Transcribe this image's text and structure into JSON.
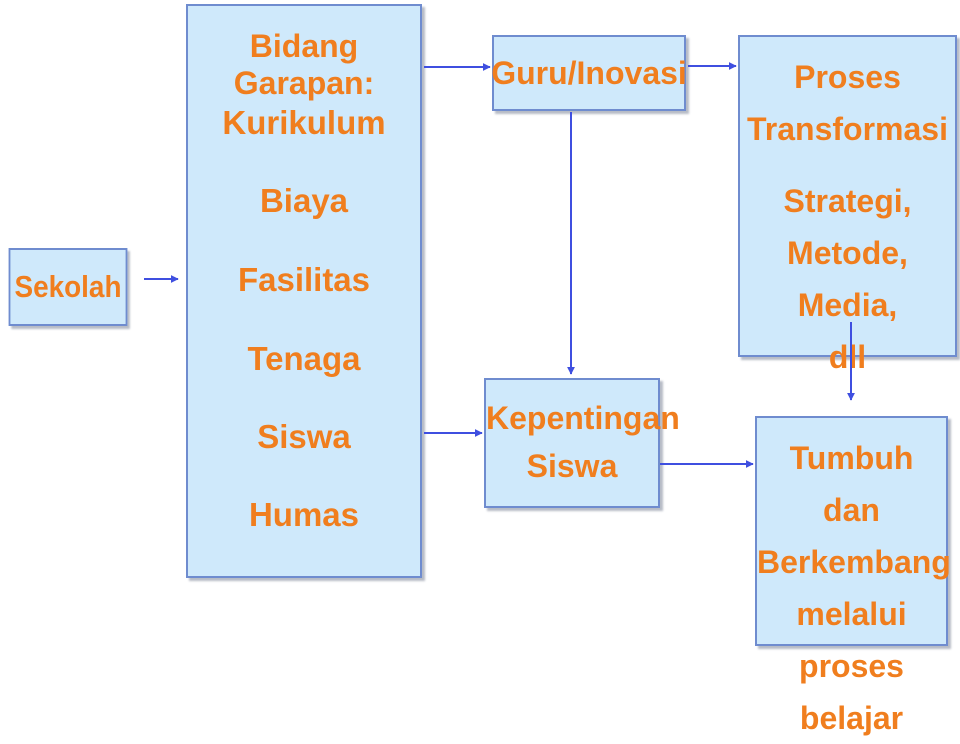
{
  "nodes": {
    "sekolah": "Sekolah",
    "bidang_title": "Bidang Garapan:",
    "bidang_items": [
      "Kurikulum",
      "Biaya",
      "Fasilitas",
      "Tenaga",
      "Siswa",
      "Humas"
    ],
    "guru": "Guru/Inovasi",
    "proses_lines": [
      "Proses",
      "Transformasi"
    ],
    "proses_detail_lines": [
      "Strategi,",
      "Metode, Media,",
      "dll"
    ],
    "kepentingan_lines": [
      "Kepentingan",
      "Siswa"
    ],
    "tumbuh_lines": [
      "Tumbuh dan",
      "Berkembang",
      "melalui",
      "proses belajar"
    ]
  },
  "colors": {
    "box_fill": "#cfe9fb",
    "box_border": "#6f8ccf",
    "text": "#f07e1e",
    "arrow": "#3f4fe0"
  }
}
